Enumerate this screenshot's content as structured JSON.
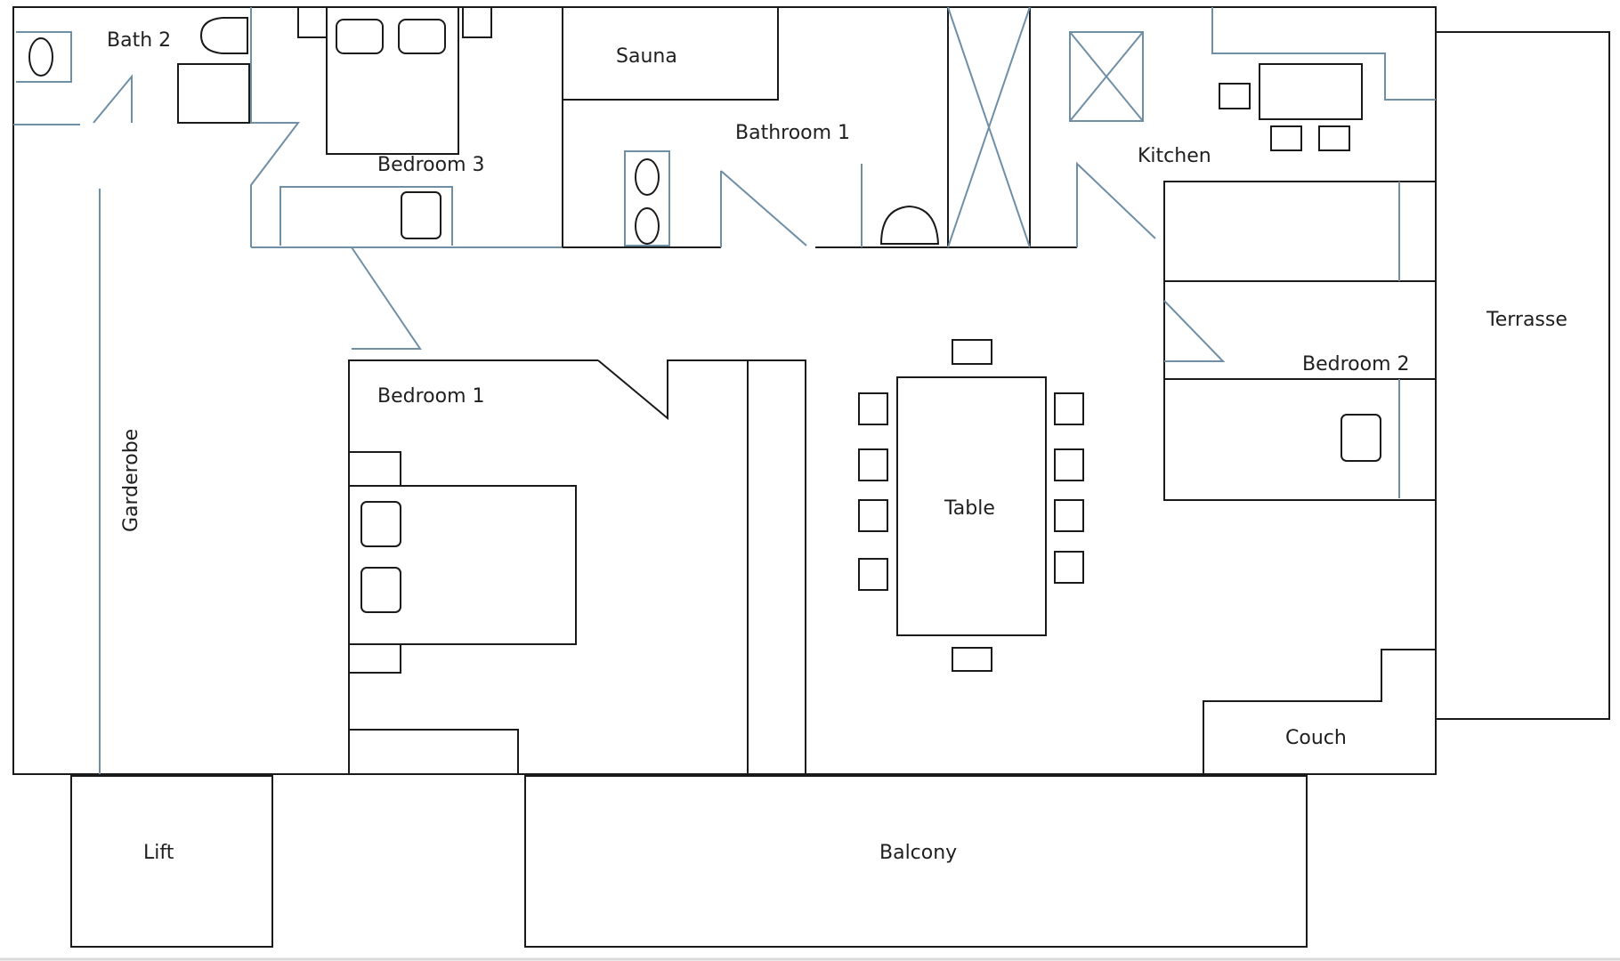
{
  "rooms": {
    "bath2": "Bath 2",
    "bedroom3": "Bedroom 3",
    "sauna": "Sauna",
    "bathroom1": "Bathroom 1",
    "kitchen": "Kitchen",
    "terrasse": "Terrasse",
    "bedroom2": "Bedroom 2",
    "bedroom1": "Bedroom 1",
    "table": "Table",
    "garderobe": "Garderobe",
    "couch": "Couch",
    "lift": "Lift",
    "balcony": "Balcony"
  },
  "colors": {
    "wall": "#1a1a1a",
    "partition": "#6f8fa6",
    "background": "#ffffff"
  }
}
